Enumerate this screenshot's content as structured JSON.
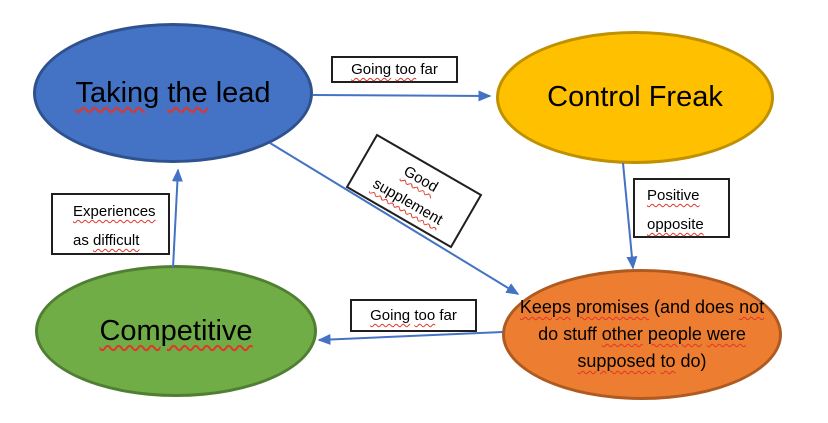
{
  "diagram_type": "relationship-map",
  "colors": {
    "background": "#FFFFFF",
    "node_blue_fill": "#4472C4",
    "node_blue_border": "#2F528F",
    "node_yellow_fill": "#FFC000",
    "node_yellow_border": "#BF9000",
    "node_green_fill": "#70AD47",
    "node_green_border": "#507E32",
    "node_orange_fill": "#ED7D31",
    "node_orange_border": "#AE5A21",
    "connector": "#4472C4",
    "label_box_border": "#1F1F1F",
    "spellcheck_squiggle": "#E0362B",
    "text": "#000000"
  },
  "nodes": {
    "taking_the_lead": {
      "label": "Taking the lead",
      "shape": "ellipse",
      "fill": "#4472C4",
      "lines": [
        [
          {
            "t": "Taking",
            "u": true
          },
          {
            "t": " ",
            "u": false
          },
          {
            "t": "the",
            "u": true
          },
          {
            "t": " lead",
            "u": false
          }
        ]
      ]
    },
    "control_freak": {
      "label": "Control Freak",
      "shape": "ellipse",
      "fill": "#FFC000",
      "lines": [
        [
          {
            "t": "Control Freak",
            "u": false
          }
        ]
      ]
    },
    "competitive": {
      "label": "Competitive",
      "shape": "ellipse",
      "fill": "#70AD47",
      "lines": [
        [
          {
            "t": "Competitive",
            "u": true
          }
        ]
      ]
    },
    "keeps_promises": {
      "label": "Keeps promises (and does not do stuff other people were supposed to do)",
      "shape": "ellipse",
      "fill": "#ED7D31",
      "lines": [
        [
          {
            "t": "Keeps",
            "u": true
          },
          {
            "t": " ",
            "u": false
          },
          {
            "t": "promises",
            "u": true
          },
          {
            "t": " (and does ",
            "u": false
          },
          {
            "t": "not",
            "u": true
          }
        ],
        [
          {
            "t": "do stuff ",
            "u": false
          },
          {
            "t": "other",
            "u": true
          },
          {
            "t": " ",
            "u": false
          },
          {
            "t": "people",
            "u": true
          },
          {
            "t": " ",
            "u": false
          },
          {
            "t": "were",
            "u": true
          }
        ],
        [
          {
            "t": "supposed",
            "u": true
          },
          {
            "t": " ",
            "u": false
          },
          {
            "t": "to",
            "u": true
          },
          {
            "t": " do)",
            "u": false
          }
        ]
      ]
    }
  },
  "edge_labels": {
    "going_too_far_top": {
      "label": "Going too far",
      "lines": [
        [
          {
            "t": "Going",
            "u": true
          },
          {
            "t": " ",
            "u": false
          },
          {
            "t": "too",
            "u": true
          },
          {
            "t": " far",
            "u": false
          }
        ]
      ]
    },
    "good_supplement": {
      "label": "Good supplement",
      "rotation_deg": 30,
      "lines": [
        [
          {
            "t": "Good",
            "u": true
          }
        ],
        [
          {
            "t": "supplement",
            "u": true
          }
        ]
      ]
    },
    "experiences_as_difficult": {
      "label": "Experiences as difficult",
      "lines": [
        [
          {
            "t": "Experiences",
            "u": true
          }
        ],
        [
          {
            "t": "as ",
            "u": false
          },
          {
            "t": "difficult",
            "u": true
          }
        ]
      ]
    },
    "positive_opposite": {
      "label": "Positive opposite",
      "lines": [
        [
          {
            "t": "Positive",
            "u": true
          }
        ],
        [
          {
            "t": "opposite",
            "u": true
          }
        ]
      ]
    },
    "going_too_far_bottom": {
      "label": "Going too far",
      "lines": [
        [
          {
            "t": "Going",
            "u": true
          },
          {
            "t": " ",
            "u": false
          },
          {
            "t": "too",
            "u": true
          },
          {
            "t": " far",
            "u": false
          }
        ]
      ]
    }
  },
  "edges": [
    {
      "from": "Taking the lead",
      "to": "Control Freak",
      "label": "Going too far"
    },
    {
      "from": "Competitive",
      "to": "Taking the lead",
      "label": "Experiences as difficult"
    },
    {
      "from": "Control Freak",
      "to": "Keeps promises (and does not do stuff other people were supposed to do)",
      "label": "Positive opposite"
    },
    {
      "from": "Keeps promises (and does not do stuff other people were supposed to do)",
      "to": "Competitive",
      "label": "Going too far"
    },
    {
      "from": "Taking the lead",
      "to": "Keeps promises (and does not do stuff other people were supposed to do)",
      "label": "Good supplement"
    }
  ]
}
